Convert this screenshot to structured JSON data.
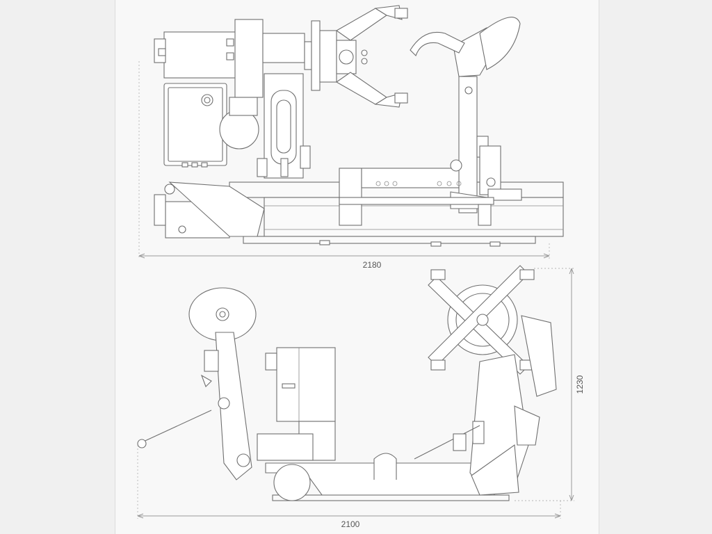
{
  "colors": {
    "background": "#f8f8f8",
    "line": "#6f6f6f",
    "dimension": "#9a9a9a",
    "text": "#555555"
  },
  "dimensions": {
    "top_view_length": "2180",
    "side_view_length": "2100",
    "side_view_height": "1230"
  }
}
